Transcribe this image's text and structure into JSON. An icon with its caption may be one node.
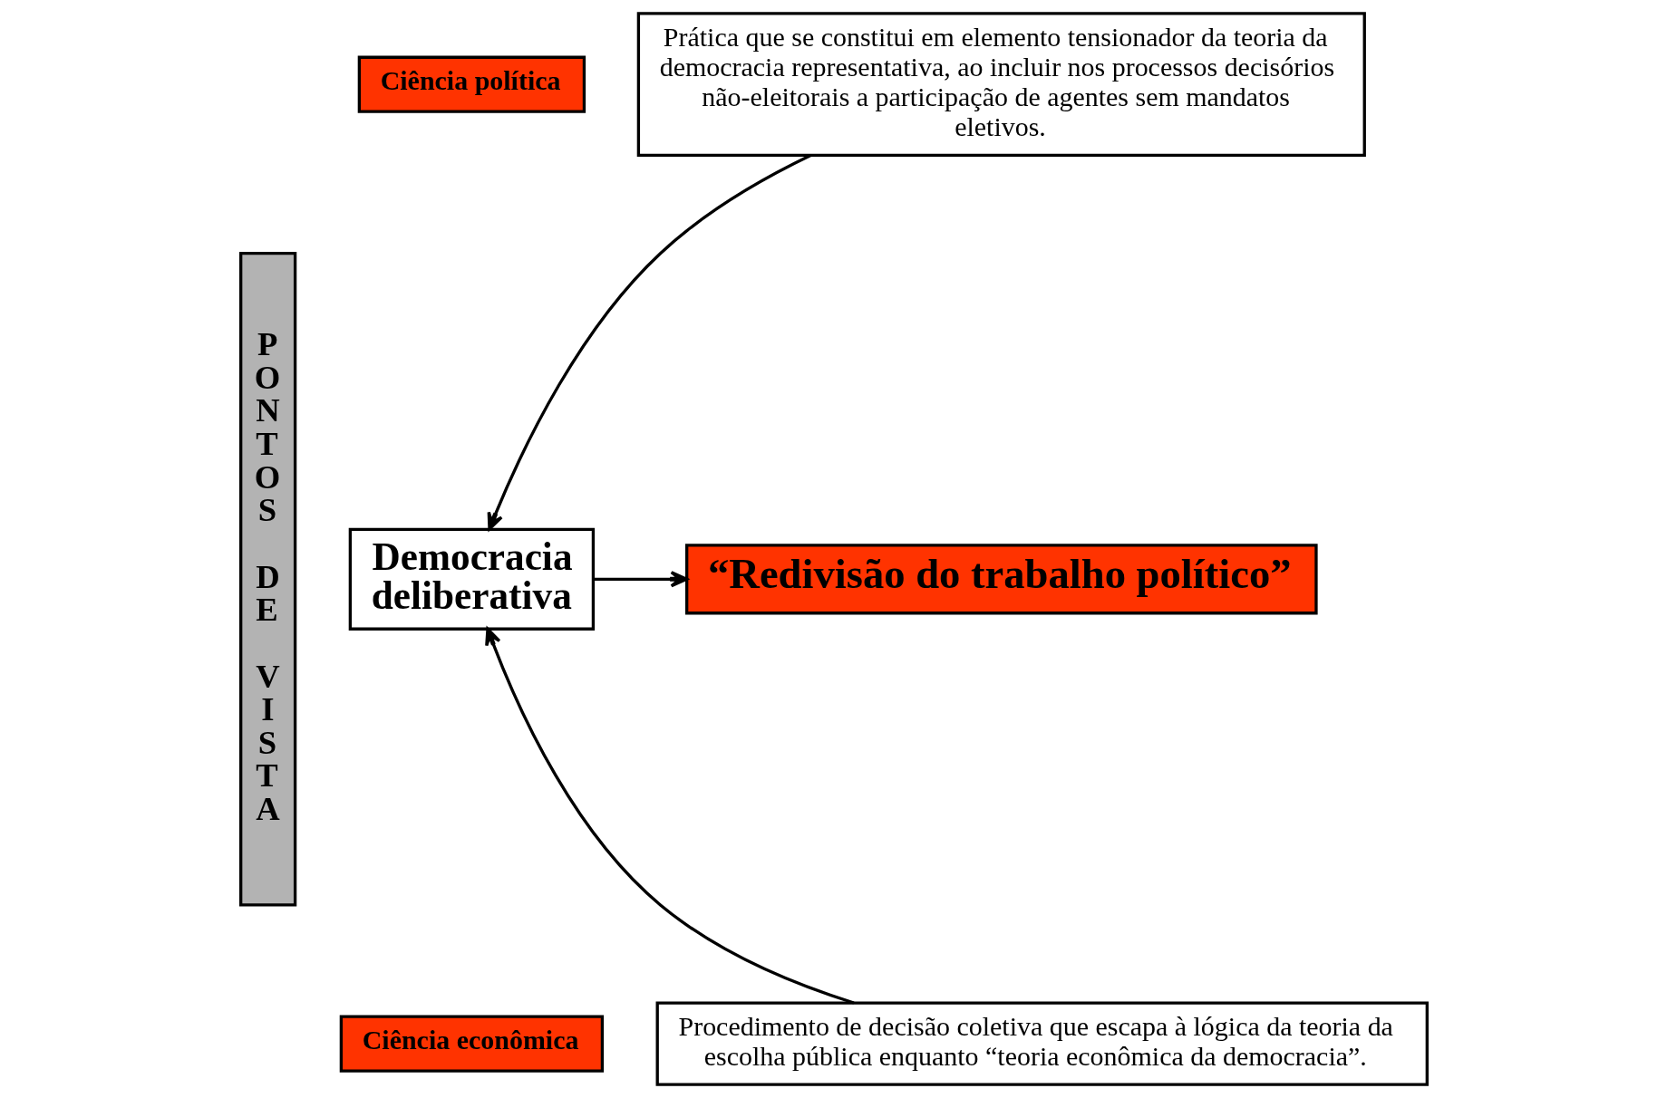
{
  "diagram": {
    "nodes": [
      {
        "text": [
          "PONTOS DE VISTA"
        ]
      },
      {
        "text": [
          "Ciência política"
        ]
      },
      {
        "text": [
          "Prática que se constitui em elemento tensionador da teoria da democracia representativa, ao incluir nos processos decisórios não-eleitorais a participação de agentes sem mandatos eletivos."
        ]
      },
      {
        "text": [
          "Democracia deliberativa"
        ]
      },
      {
        "text": [
          "“Redivisão do trabalho político”"
        ]
      },
      {
        "text": [
          "Ciência econômica"
        ]
      },
      {
        "text": [
          "Procedimento de decisão coletiva que escapa à lógica da teoria da escolha pública enquanto “teoria econômica da democracia”."
        ]
      }
    ],
    "edges": [
      {
        "from": 2,
        "to": 3,
        "arrow": "to"
      },
      {
        "from": 3,
        "to": 4,
        "arrow": "to"
      },
      {
        "from": 6,
        "to": 3,
        "arrow": "to"
      }
    ]
  }
}
